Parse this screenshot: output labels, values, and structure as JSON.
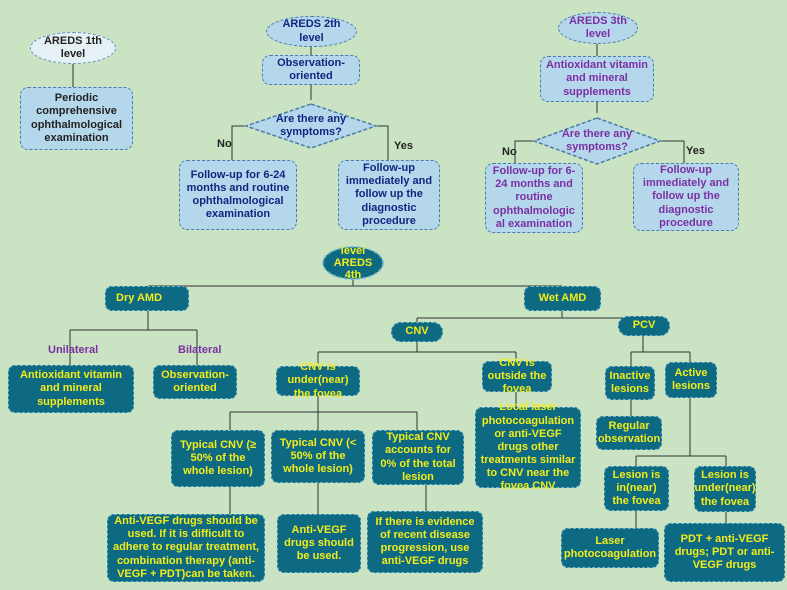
{
  "areds1": {
    "level": "AREDS 1th level",
    "exam": "Periodic comprehensive ophthalmological examination"
  },
  "areds2": {
    "level": "AREDS 2th level",
    "observation": "Observation-oriented",
    "question": "Are there any symptoms?",
    "no": "No",
    "yes": "Yes",
    "no_result": "Follow-up for 6-24 months and routine ophthalmological examination",
    "yes_result": "Follow-up immediately and follow up the diagnostic procedure"
  },
  "areds3": {
    "level": "AREDS 3th level",
    "supplement": "Antioxidant vitamin and mineral supplements",
    "question": "Are there any symptoms?",
    "no": "No",
    "yes": "Yes",
    "no_result": "Follow-up for 6-24 months and routine ophthalmologic al examination",
    "yes_result": "Follow-up immediately and follow up the diagnostic procedure"
  },
  "areds4": {
    "level_line1": "level",
    "level_line2": "AREDS 4th",
    "dry_amd": "Dry AMD",
    "wet_amd": "Wet AMD",
    "unilateral": "Unilateral",
    "bilateral": "Bilateral",
    "dry_unilateral_box": "Antioxidant vitamin and mineral supplements",
    "dry_bilateral_box": "Observation-oriented",
    "cnv": "CNV",
    "pcv": "PCV",
    "cnv_under": "CNV is under(near) the fovea",
    "cnv_outside": "CNV is outside the fovea",
    "typical_ge50": "Typical CNV (≥ 50% of the whole lesion)",
    "typical_lt50": "Typical CNV (< 50% of the whole lesion)",
    "typical_0": "Typical CNV accounts for 0% of the total lesion",
    "outside_treatment": "Local laser photocoagulation or anti-VEGF drugs other treatments similar to CNV near the fovea CNV",
    "ge50_treatment": "Anti-VEGF drugs should be used. If it is difficult to adhere to regular treatment, combination therapy (anti-VEGF + PDT)can be taken.",
    "lt50_treatment": "Anti-VEGF drugs should be used.",
    "zero_treatment": "If there is evidence of recent disease progression, use anti-VEGF drugs",
    "inactive": "Inactive lesions",
    "active": "Active lesions",
    "regular_observation": "Regular observation",
    "lesion_in": "Lesion is in(near) the fovea",
    "lesion_under": "Lesion is under(near) the fovea",
    "laser": "Laser photocoagulation",
    "pdt": "PDT + anti-VEGF drugs; PDT or anti-VEGF drugs"
  },
  "colors": {
    "background": "#c9e3c3",
    "light_box": "#b5d7ec",
    "dark_box": "#0e6a82",
    "dark_text": "#f3ec1b",
    "navy_text": "#10267f",
    "purple_text": "#7b2fa3",
    "line": "#333333"
  }
}
